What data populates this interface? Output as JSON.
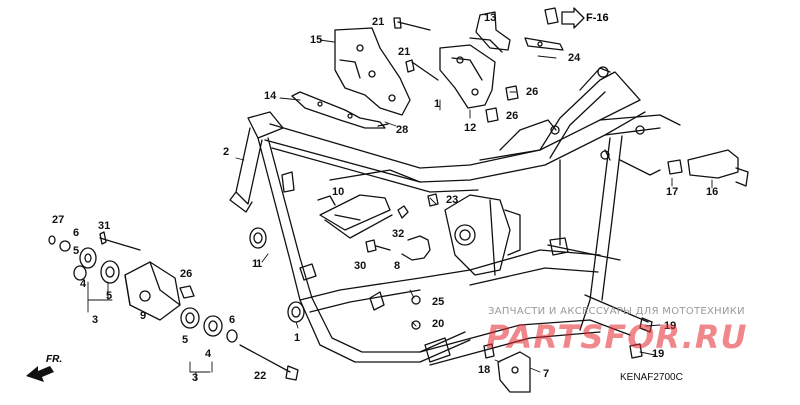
{
  "diagram": {
    "reference_code": "KENAF2700C",
    "forward_label": "FR.",
    "figure_reference": "F-16",
    "callouts": [
      {
        "id": "c1a",
        "text": "1"
      },
      {
        "id": "c1b",
        "text": "1"
      },
      {
        "id": "c1c",
        "text": "1"
      },
      {
        "id": "c2",
        "text": "2"
      },
      {
        "id": "c3a",
        "text": "3"
      },
      {
        "id": "c3b",
        "text": "3"
      },
      {
        "id": "c4a",
        "text": "4"
      },
      {
        "id": "c4b",
        "text": "4"
      },
      {
        "id": "c5a",
        "text": "5"
      },
      {
        "id": "c5b",
        "text": "5"
      },
      {
        "id": "c6a",
        "text": "6"
      },
      {
        "id": "c6b",
        "text": "6"
      },
      {
        "id": "c7",
        "text": "7"
      },
      {
        "id": "c8",
        "text": "8"
      },
      {
        "id": "c9",
        "text": "9"
      },
      {
        "id": "c10",
        "text": "10"
      },
      {
        "id": "c12",
        "text": "12"
      },
      {
        "id": "c13",
        "text": "13"
      },
      {
        "id": "c14",
        "text": "14"
      },
      {
        "id": "c15",
        "text": "15"
      },
      {
        "id": "c16",
        "text": "16"
      },
      {
        "id": "c17",
        "text": "17"
      },
      {
        "id": "c18",
        "text": "18"
      },
      {
        "id": "c19a",
        "text": "19"
      },
      {
        "id": "c19b",
        "text": "19"
      },
      {
        "id": "c20",
        "text": "20"
      },
      {
        "id": "c21a",
        "text": "21"
      },
      {
        "id": "c21b",
        "text": "21"
      },
      {
        "id": "c22",
        "text": "22"
      },
      {
        "id": "c23",
        "text": "23"
      },
      {
        "id": "c24",
        "text": "24"
      },
      {
        "id": "c25",
        "text": "25"
      },
      {
        "id": "c26a",
        "text": "26"
      },
      {
        "id": "c26b",
        "text": "26"
      },
      {
        "id": "c26c",
        "text": "26"
      },
      {
        "id": "c27",
        "text": "27"
      },
      {
        "id": "c28",
        "text": "28"
      },
      {
        "id": "c30",
        "text": "30"
      },
      {
        "id": "c31",
        "text": "31"
      },
      {
        "id": "c32",
        "text": "32"
      }
    ]
  },
  "watermark": {
    "caption": "ЗАПЧАСТИ И АКСЕССУАРЫ ДЛЯ МОТОТЕХНИКИ",
    "brand": "PARTSFOR.RU",
    "color": "#e2262e"
  }
}
